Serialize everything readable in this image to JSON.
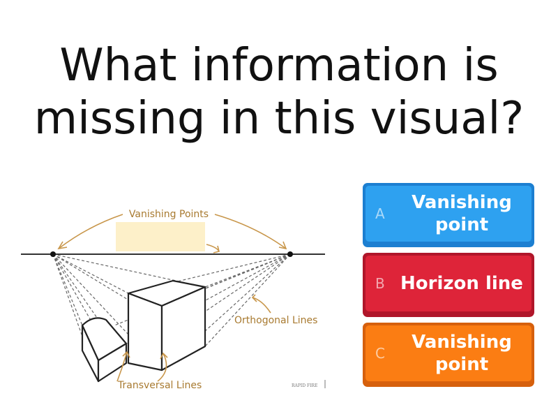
{
  "question": {
    "text": "What information is missing in this visual?"
  },
  "figure": {
    "labels": {
      "vanishing_points": "Vanishing Points",
      "orthogonal_lines": "Orthogonal Lines",
      "transversal_lines": "Transversal Lines",
      "watermark": "RAPID FIRE"
    }
  },
  "answers": [
    {
      "letter": "A",
      "text": "Vanishing point",
      "color": "#2ea1f0"
    },
    {
      "letter": "B",
      "text": "Horizon line",
      "color": "#de2439"
    },
    {
      "letter": "C",
      "text": "Vanishing point",
      "color": "#fb7d13"
    }
  ]
}
